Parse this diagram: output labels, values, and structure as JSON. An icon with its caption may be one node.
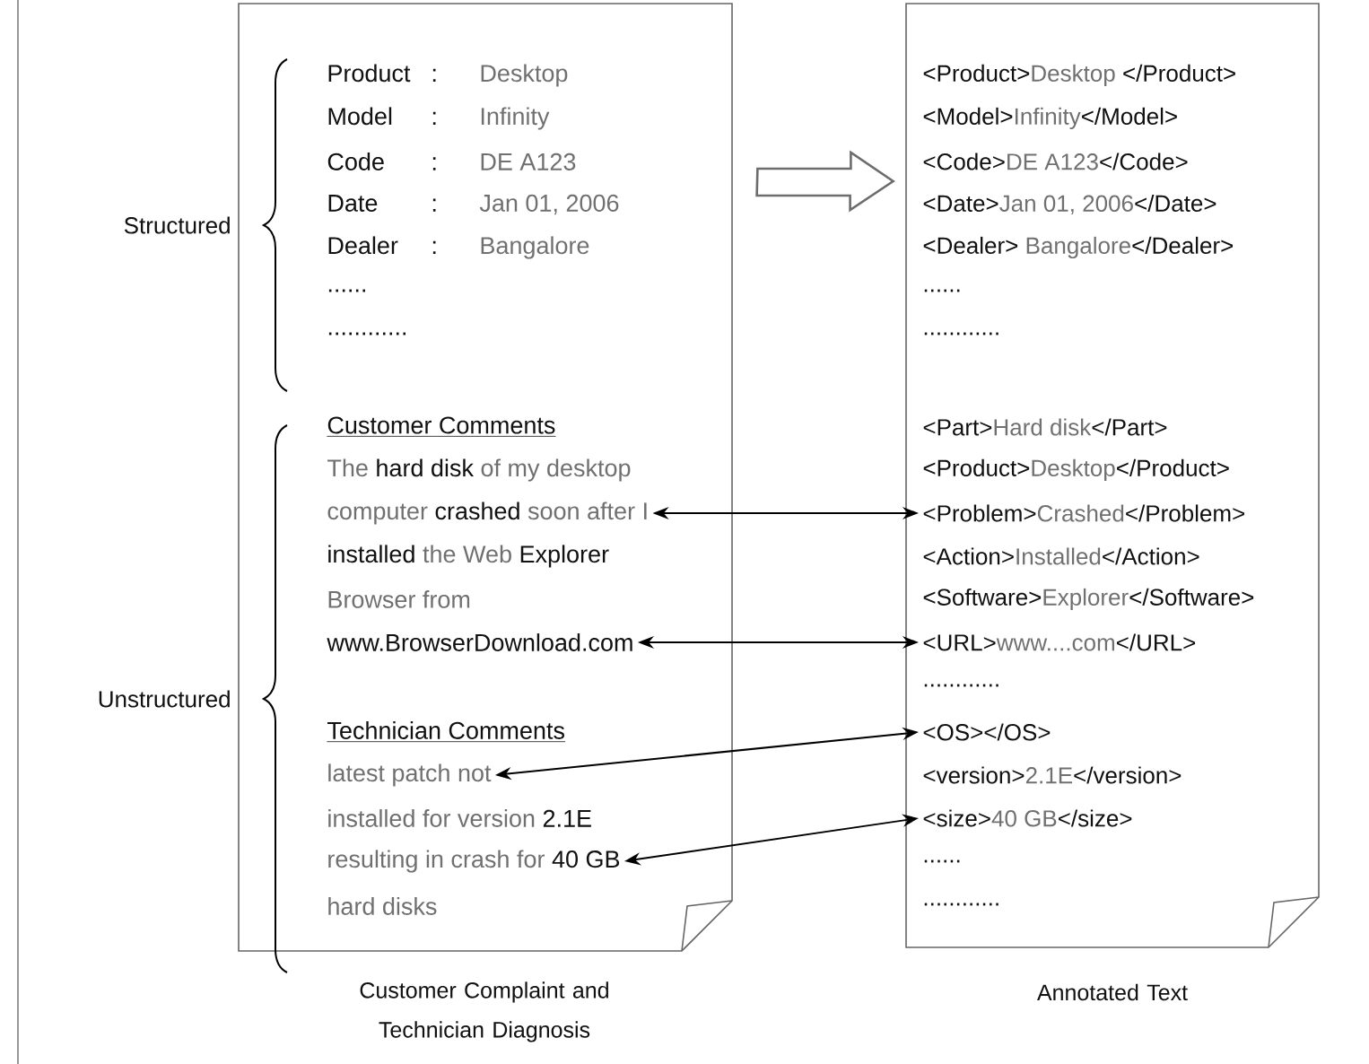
{
  "diagram": {
    "nodes": [
      {
        "text": [],
        "shape": "box",
        "beside": [
          "Customer Complaint and Technician Diagnosis"
        ]
      },
      {
        "text": [],
        "shape": "box",
        "beside": [
          "Annotated Text"
        ]
      },
      {
        "text": [
          "Product",
          ":",
          "Desktop"
        ],
        "in": 0
      },
      {
        "text": [
          "Model",
          ":",
          "Infinity"
        ],
        "in": 0
      },
      {
        "text": [
          "Code",
          ":",
          "DE A123"
        ],
        "in": 0
      },
      {
        "text": [
          "Date",
          ":",
          "Jan 01, 2006"
        ],
        "in": 0
      },
      {
        "text": [
          "Dealer",
          ":",
          "Bangalore"
        ],
        "in": 0
      },
      {
        "text": [
          "......"
        ],
        "in": 0
      },
      {
        "text": [
          "............"
        ],
        "in": 0
      },
      {
        "text": [
          "Customer Comments"
        ],
        "in": 0
      },
      {
        "text": [
          "The **hard disk** of my desktop"
        ],
        "in": 0
      },
      {
        "text": [
          "computer **crashed** soon after I"
        ],
        "in": 0
      },
      {
        "text": [
          "**installed** the Web **Explorer**"
        ],
        "in": 0
      },
      {
        "text": [
          "Browser from"
        ],
        "in": 0
      },
      {
        "text": [
          "www.BrowserDownload.com"
        ],
        "in": 0
      },
      {
        "text": [
          "Technician Comments"
        ],
        "in": 0
      },
      {
        "text": [
          "latest patch not"
        ],
        "in": 0
      },
      {
        "text": [
          "installed for version **2.1E**"
        ],
        "in": 0
      },
      {
        "text": [
          "resulting in crash for **40 GB**"
        ],
        "in": 0
      },
      {
        "text": [
          "hard disks"
        ],
        "in": 0
      },
      {
        "text": [
          "<Product>*Desktop* </Product>"
        ],
        "in": 1
      },
      {
        "text": [
          "<Model>*Infinity*</Model>"
        ],
        "in": 1
      },
      {
        "text": [
          "<Code>*DE A123*</Code>"
        ],
        "in": 1
      },
      {
        "text": [
          "<Date>*Jan 01, 2006*</Date>"
        ],
        "in": 1
      },
      {
        "text": [
          "<Dealer> *Bangalore*</Dealer>"
        ],
        "in": 1
      },
      {
        "text": [
          "......"
        ],
        "in": 1
      },
      {
        "text": [
          "............"
        ],
        "in": 1
      },
      {
        "text": [
          "<Part>*Hard disk*</Part>"
        ],
        "in": 1
      },
      {
        "text": [
          "<Product>*Desktop*</Product>"
        ],
        "in": 1
      },
      {
        "text": [
          "<Problem>*Crashed*</Problem>"
        ],
        "in": 1
      },
      {
        "text": [
          "<Action>*Installed*</Action>"
        ],
        "in": 1
      },
      {
        "text": [
          "<Software>*Explorer*</Software>"
        ],
        "in": 1
      },
      {
        "text": [
          "<URL>*www....com*</URL>"
        ],
        "in": 1
      },
      {
        "text": [
          "............"
        ],
        "in": 1
      },
      {
        "text": [
          "<OS></OS>"
        ],
        "in": 1
      },
      {
        "text": [
          "<version>*2.1E*</version>"
        ],
        "in": 1
      },
      {
        "text": [
          "<size>*40 GB*</size>"
        ],
        "in": 1
      },
      {
        "text": [
          "......"
        ],
        "in": 1
      },
      {
        "text": [
          "............"
        ],
        "in": 1
      }
    ],
    "edges": [
      {
        "from": 0,
        "to": 1,
        "arrow": "to",
        "style": "thick"
      },
      {
        "from": 29,
        "to": 11,
        "arrow": "both"
      },
      {
        "from": 32,
        "to": 14,
        "arrow": "both"
      },
      {
        "from": 34,
        "to": 16,
        "arrow": "both"
      },
      {
        "from": 36,
        "to": 18,
        "arrow": "both"
      }
    ],
    "labels": [
      "Structured",
      "Unstructured"
    ]
  }
}
